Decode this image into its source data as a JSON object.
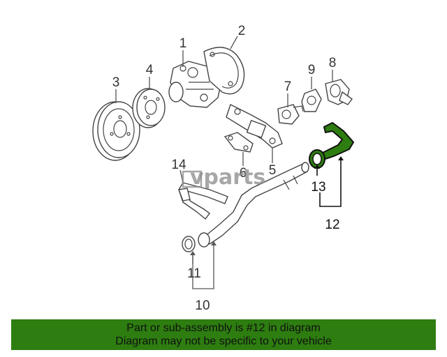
{
  "callouts": {
    "c1": "1",
    "c2": "2",
    "c3": "3",
    "c4": "4",
    "c5": "5",
    "c6": "6",
    "c7": "7",
    "c8": "8",
    "c9": "9",
    "c10": "10",
    "c11": "11",
    "c12": "12",
    "c13": "13",
    "c14": "14"
  },
  "watermark": {
    "text": "vparts"
  },
  "highlight_color": "#2d7d10",
  "banner": {
    "background": "#2d7d10",
    "line1": "Part or sub-assembly is #12 in diagram",
    "line2": "Diagram may not be specific to your vehicle"
  }
}
